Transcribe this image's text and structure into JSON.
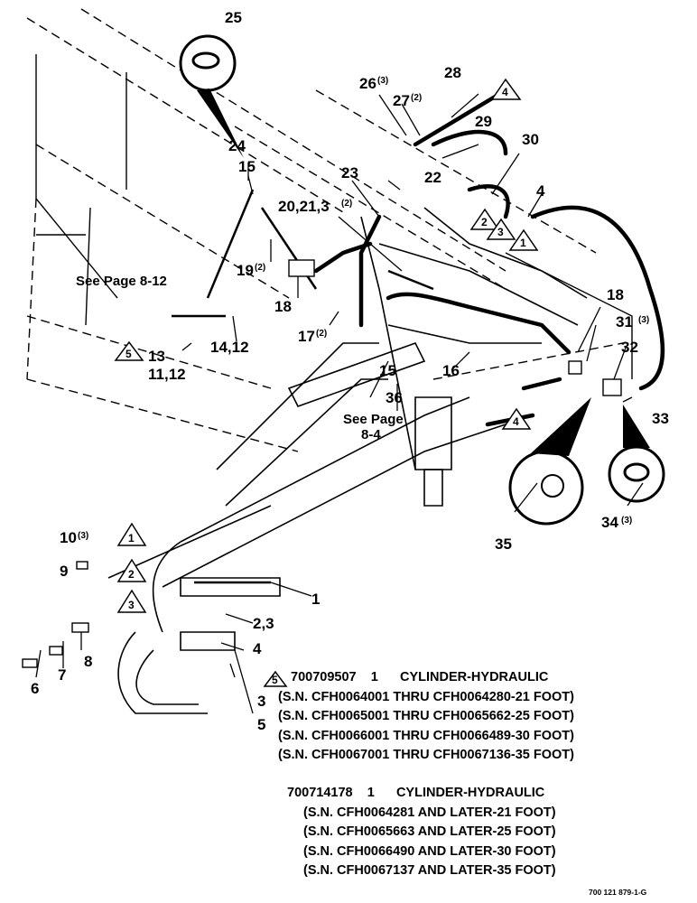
{
  "callouts": {
    "c25": "25",
    "c26": "26",
    "c26q": "(3)",
    "c27": "27",
    "c27q": "(2)",
    "c28": "28",
    "c29": "29",
    "c30": "30",
    "c24": "24",
    "c15a": "15",
    "c22": "22",
    "c23": "23",
    "c4a": "4",
    "c20": "20,21,3",
    "c20q": "(2)",
    "c19": "19",
    "c19q": "(2)",
    "c18a": "18",
    "c18b": "18",
    "c31": "31",
    "c31q": "(3)",
    "c32": "32",
    "c13": "13",
    "c14": "14,12",
    "c11": "11,12",
    "c17": "17",
    "c17q": "(2)",
    "c15b": "15",
    "c16": "16",
    "c36": "36",
    "c33": "33",
    "c35": "35",
    "c34": "34",
    "c34q": "(3)",
    "c10": "10",
    "c10q": "(3)",
    "c9": "9",
    "c1": "1",
    "c23b": "2,3",
    "c4b": "4",
    "c8": "8",
    "c7": "7",
    "c6": "6",
    "c3": "3",
    "c5": "5"
  },
  "notes": {
    "see_page_a": "See Page 8-12",
    "see_page_b_line1": "See Page",
    "see_page_b_line2": "8-4"
  },
  "triangles": {
    "t4a": "4",
    "t2": "2",
    "t3": "3",
    "t1": "1",
    "t4b": "4",
    "t5a": "5",
    "tl1": "1",
    "tl2": "2",
    "tl3": "3",
    "t5b": "5"
  },
  "parts_list": {
    "group1": {
      "part_no": "700709507",
      "qty": "1",
      "desc": "CYLINDER-HYDRAULIC",
      "sn": [
        "(S.N. CFH0064001 THRU CFH0064280-21 FOOT)",
        "(S.N. CFH0065001 THRU CFH0065662-25 FOOT)",
        "(S.N. CFH0066001 THRU CFH0066489-30 FOOT)",
        "(S.N. CFH0067001 THRU CFH0067136-35 FOOT)"
      ]
    },
    "group2": {
      "part_no": "700714178",
      "qty": "1",
      "desc": "CYLINDER-HYDRAULIC",
      "sn": [
        "(S.N. CFH0064281 AND LATER-21 FOOT)",
        "(S.N. CFH0065663 AND LATER-25 FOOT)",
        "(S.N. CFH0066490 AND LATER-30 FOOT)",
        "(S.N. CFH0067137 AND LATER-35 FOOT)"
      ]
    }
  },
  "drawing_number": "700 121 879-1-G"
}
